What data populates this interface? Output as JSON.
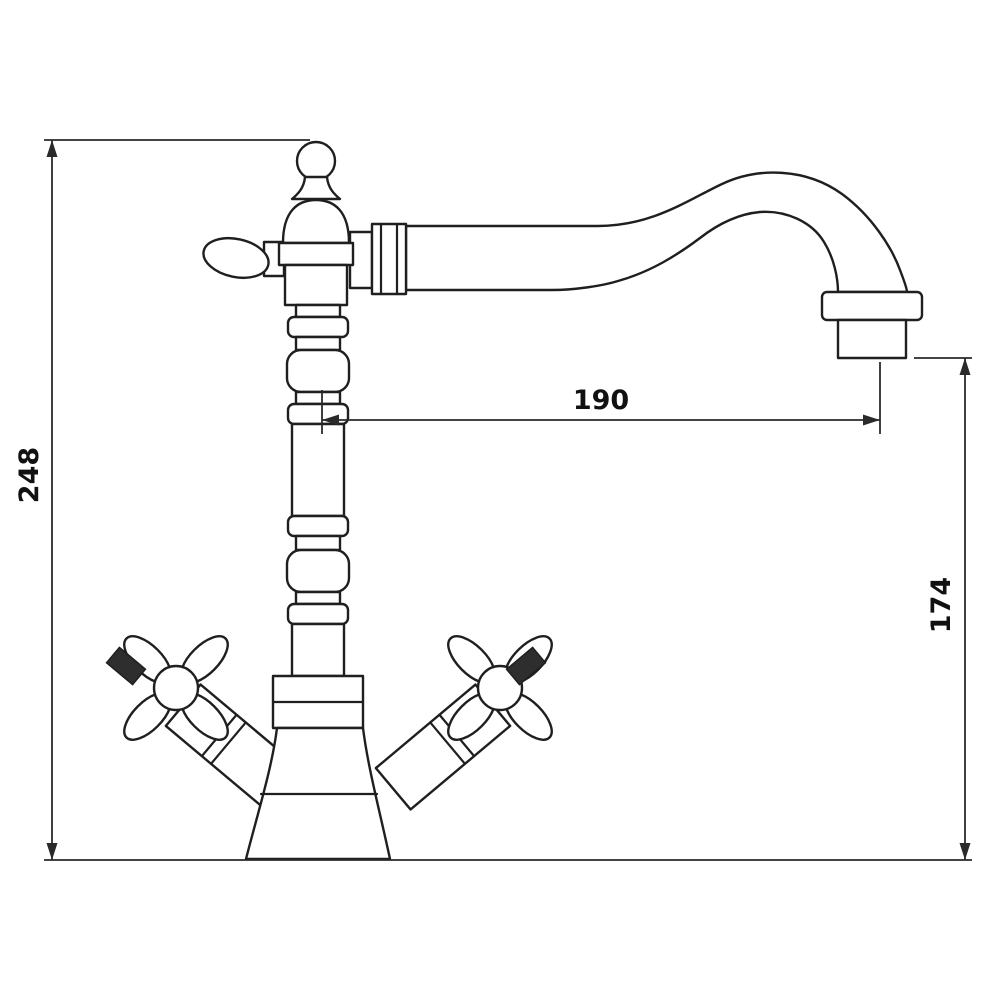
{
  "drawing": {
    "background": "#ffffff",
    "ink": "#1f1f1f"
  },
  "dimensions": {
    "left_height": "248",
    "spout_reach": "190",
    "right_height": "174"
  }
}
